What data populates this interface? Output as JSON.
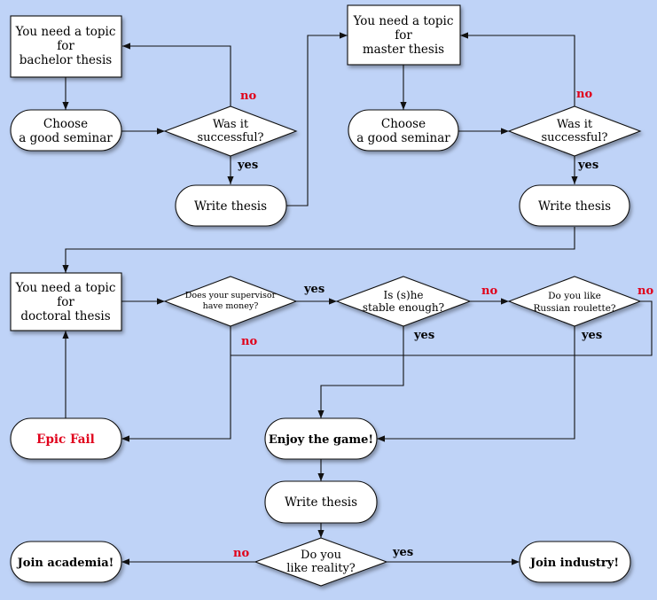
{
  "nodes": {
    "bachelor_topic": {
      "lines": [
        "You need a topic",
        "for",
        "bachelor thesis"
      ]
    },
    "choose_seminar_1": {
      "lines": [
        "Choose",
        "a good seminar"
      ]
    },
    "successful_1": {
      "lines": [
        "Was it",
        "successful?"
      ]
    },
    "write_thesis_1": {
      "lines": [
        "Write thesis"
      ]
    },
    "master_topic": {
      "lines": [
        "You need a topic",
        "for",
        "master thesis"
      ]
    },
    "choose_seminar_2": {
      "lines": [
        "Choose",
        "a good seminar"
      ]
    },
    "successful_2": {
      "lines": [
        "Was it",
        "successful?"
      ]
    },
    "write_thesis_2": {
      "lines": [
        "Write thesis"
      ]
    },
    "doctoral_topic": {
      "lines": [
        "You need a topic",
        "for",
        "doctoral thesis"
      ]
    },
    "supervisor_money": {
      "lines": [
        "Does your supervisor",
        "have money?"
      ]
    },
    "stable_enough": {
      "lines": [
        "Is (s)he",
        "stable enough?"
      ]
    },
    "russian_roulette": {
      "lines": [
        "Do you like",
        "Russian roulette?"
      ]
    },
    "epic_fail": {
      "lines": [
        "Epic Fail"
      ]
    },
    "enjoy_game": {
      "lines": [
        "Enjoy the game!"
      ]
    },
    "write_thesis_3": {
      "lines": [
        "Write thesis"
      ]
    },
    "like_reality": {
      "lines": [
        "Do you",
        "like reality?"
      ]
    },
    "join_academia": {
      "lines": [
        "Join academia!"
      ]
    },
    "join_industry": {
      "lines": [
        "Join industry!"
      ]
    }
  },
  "labels": {
    "no_1": "no",
    "yes_1": "yes",
    "no_2": "no",
    "yes_2": "yes",
    "yes_money": "yes",
    "no_money": "no",
    "no_stable": "no",
    "yes_stable": "yes",
    "no_roulette": "no",
    "yes_roulette": "yes",
    "no_reality": "no",
    "yes_reality": "yes"
  },
  "colors": {
    "background": "#bfd3f7",
    "node_fill": "#ffffff",
    "stroke": "#111111",
    "no_label": "#e0001b",
    "yes_label": "#000000",
    "epic_fail_text": "#e0001b"
  }
}
